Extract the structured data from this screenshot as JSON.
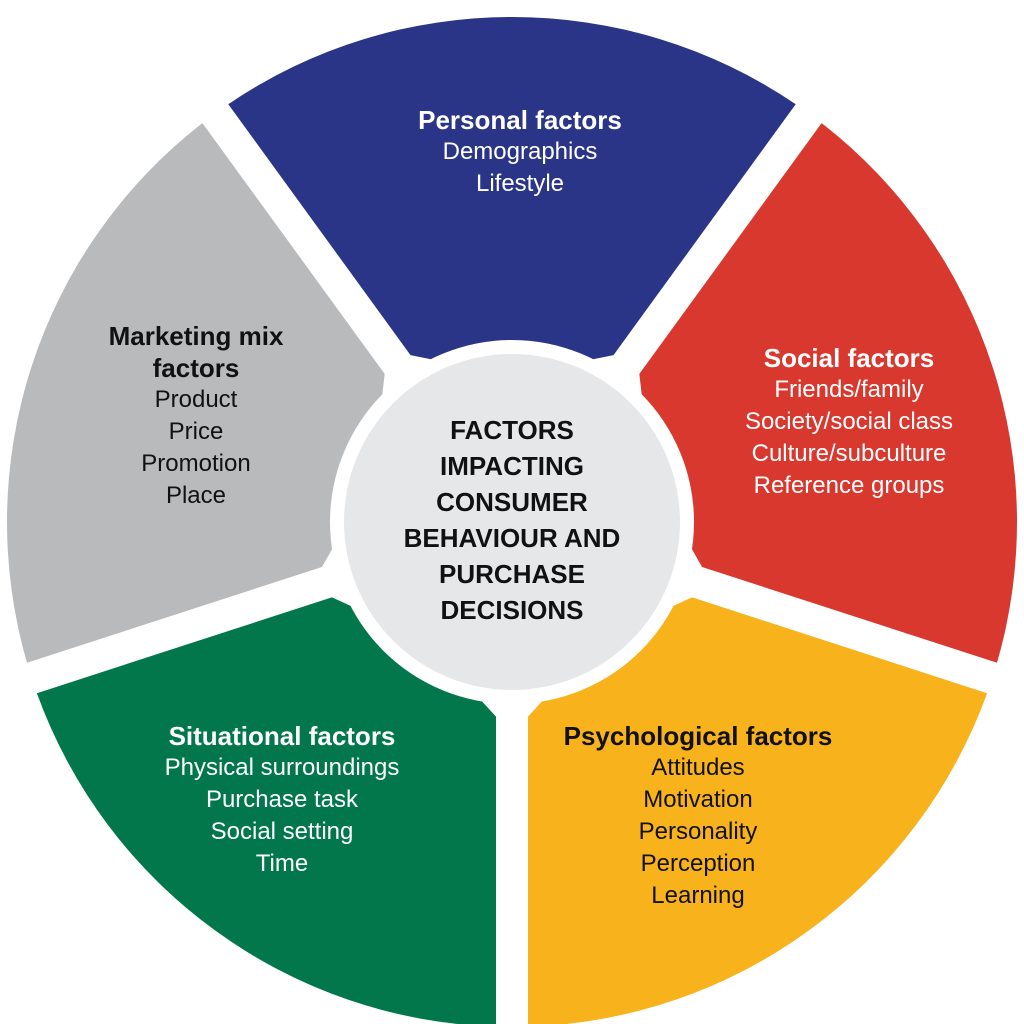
{
  "center": {
    "lines": [
      "FACTORS",
      "IMPACTING",
      "CONSUMER",
      "BEHAVIOUR AND",
      "PURCHASE",
      "DECISIONS"
    ],
    "color": "#e6e7e9"
  },
  "segments": [
    {
      "title": "Personal factors",
      "items": [
        "Demographics",
        "Lifestyle"
      ],
      "color": "#2b3587",
      "text_color": "light"
    },
    {
      "title": "Social factors",
      "items": [
        "Friends/family",
        "Society/social class",
        "Culture/subculture",
        "Reference groups"
      ],
      "color": "#d9382e",
      "text_color": "light"
    },
    {
      "title": "Psychological factors",
      "items": [
        "Attitudes",
        "Motivation",
        "Personality",
        "Perception",
        "Learning"
      ],
      "color": "#f7b21c",
      "text_color": "dark"
    },
    {
      "title": "Situational factors",
      "items": [
        "Physical surroundings",
        "Purchase task",
        "Social setting",
        "Time"
      ],
      "color": "#01774b",
      "text_color": "light"
    },
    {
      "title": "Marketing mix factors",
      "title_lines": [
        "Marketing mix",
        "factors"
      ],
      "items": [
        "Product",
        "Price",
        "Promotion",
        "Place"
      ],
      "color": "#b9babc",
      "text_color": "dark"
    }
  ]
}
